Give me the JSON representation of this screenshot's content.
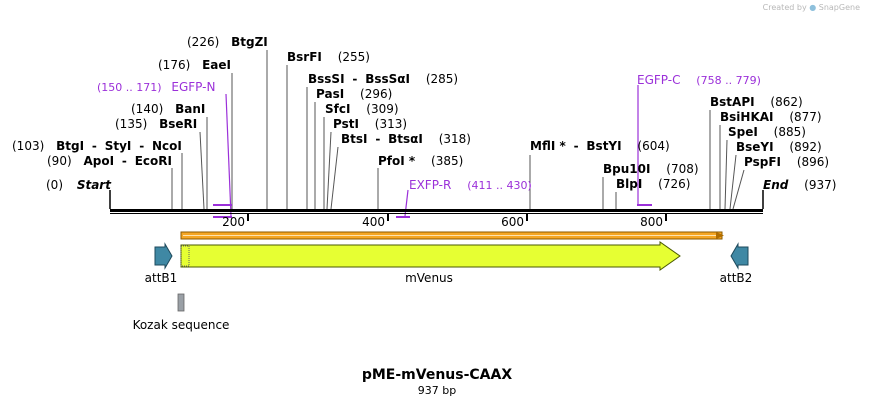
{
  "watermark": {
    "prefix": "Created by",
    "brand": "SnapGene"
  },
  "plasmid": {
    "name": "pME-mVenus-CAAX",
    "length_label": "937 bp",
    "length": 937
  },
  "ends": {
    "start_label": "Start",
    "start_pos": "(0)",
    "end_label": "End",
    "end_pos": "(937)"
  },
  "ruler_ticks": [
    "200",
    "400",
    "600",
    "800"
  ],
  "sites": [
    {
      "id": "btgzi",
      "name": "BtgZI",
      "pos": "(226)"
    },
    {
      "id": "bsrfi",
      "name": "BsrFI",
      "pos": "(255)"
    },
    {
      "id": "eaei",
      "name": "EaeI",
      "pos": "(176)"
    },
    {
      "id": "bsssi",
      "name": "BssSI",
      "name2": "BssSαI",
      "pos": "(285)"
    },
    {
      "id": "pasi",
      "name": "PasI",
      "pos": "(296)"
    },
    {
      "id": "bani",
      "name": "BanI",
      "pos": "(140)"
    },
    {
      "id": "sfci",
      "name": "SfcI",
      "pos": "(309)"
    },
    {
      "id": "bseri",
      "name": "BseRI",
      "pos": "(135)"
    },
    {
      "id": "psti",
      "name": "PstI",
      "pos": "(313)"
    },
    {
      "id": "btsi",
      "name": "BtsI",
      "name2": "BtsαI",
      "pos": "(318)"
    },
    {
      "id": "btgi",
      "name": "BtgI",
      "name2": "StyI",
      "name3": "NcoI",
      "pos": "(103)"
    },
    {
      "id": "apoi",
      "name": "ApoI",
      "name2": "EcoRI",
      "pos": "(90)"
    },
    {
      "id": "pfoi",
      "name": "PfoI *",
      "pos": "(385)"
    },
    {
      "id": "mfli",
      "name": "MflI *",
      "name2": "BstYI",
      "pos": "(604)"
    },
    {
      "id": "bpu10i",
      "name": "Bpu10I",
      "pos": "(708)"
    },
    {
      "id": "blpi",
      "name": "BlpI",
      "pos": "(726)"
    },
    {
      "id": "bstapi",
      "name": "BstAPI",
      "pos": "(862)"
    },
    {
      "id": "bsihkai",
      "name": "BsiHKAI",
      "pos": "(877)"
    },
    {
      "id": "spei",
      "name": "SpeI",
      "pos": "(885)"
    },
    {
      "id": "bseyi",
      "name": "BseYI",
      "pos": "(892)"
    },
    {
      "id": "pspfi",
      "name": "PspFI",
      "pos": "(896)"
    }
  ],
  "primers": [
    {
      "id": "egfp-n",
      "range": "(150 .. 171)",
      "name": "EGFP-N"
    },
    {
      "id": "egfp-c",
      "name": "EGFP-C",
      "range": "(758 .. 779)"
    },
    {
      "id": "exfp-r",
      "name": "EXFP-R",
      "range": "(411 .. 430)"
    }
  ],
  "features": {
    "attb1": "attB1",
    "attb2": "attB2",
    "mvenus": "mVenus",
    "kozak": "Kozak sequence"
  },
  "colors": {
    "primer": "#9b30d9",
    "mvenus": "#e6ff33",
    "orf": "#f5a623",
    "att": "#3f88a4",
    "kozak": "#9aa0a6"
  }
}
